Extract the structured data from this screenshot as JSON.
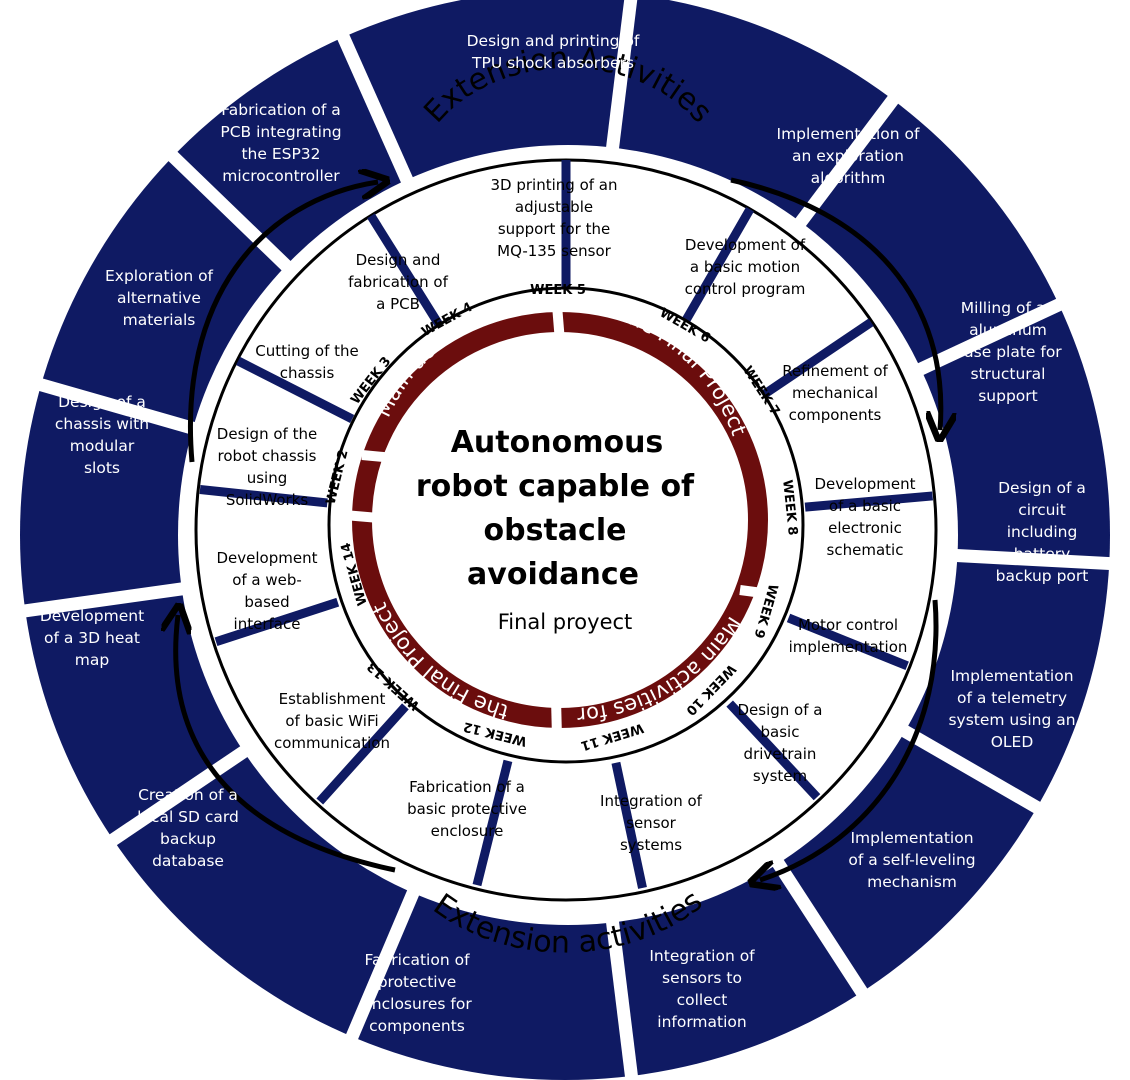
{
  "title": [
    "Autonomous",
    "robot capable of",
    "obstacle",
    "avoidance"
  ],
  "subtitle": "Final proyect",
  "band_top": "Extension Activities",
  "band_bottom": "Extension activities",
  "maroon_label_a": "Main activities for",
  "maroon_label_b": "the Final Project",
  "colors": {
    "navy": "#0f1a63",
    "maroon": "#6b0d0d",
    "black": "#000000",
    "white": "#ffffff"
  },
  "weeks": [
    {
      "label": "WEEK 2",
      "activity": [
        "Design of the",
        "robot chassis",
        "using",
        "SolidWorks"
      ]
    },
    {
      "label": "WEEK 3",
      "activity": [
        "Cutting of the",
        "chassis"
      ]
    },
    {
      "label": "WEEK 4",
      "activity": [
        "Design and",
        "fabrication of",
        "a PCB"
      ]
    },
    {
      "label": "WEEK 5",
      "activity": [
        "3D printing of an",
        "adjustable",
        "support for the",
        "MQ-135 sensor"
      ]
    },
    {
      "label": "WEEK 6",
      "activity": [
        "Development of",
        "a basic motion",
        "control program"
      ]
    },
    {
      "label": "WEEK 7",
      "activity": [
        "Refinement of",
        "mechanical",
        "components"
      ]
    },
    {
      "label": "WEEK 8",
      "activity": [
        "Development",
        "of a basic",
        "electronic",
        "schematic"
      ]
    },
    {
      "label": "WEEK 9",
      "activity": [
        "Motor control",
        "implementation"
      ]
    },
    {
      "label": "WEEK 10",
      "activity": [
        "Design of a",
        "basic",
        "drivetrain",
        "system"
      ]
    },
    {
      "label": "WEEK 11",
      "activity": [
        "Integration of",
        "sensor",
        "systems"
      ]
    },
    {
      "label": "WEEK 12",
      "activity": [
        "Fabrication of a",
        "basic protective",
        "enclosure"
      ]
    },
    {
      "label": "WEEK 13",
      "activity": [
        "Establishment",
        "of basic WiFi",
        "communication"
      ]
    },
    {
      "label": "WEEK 14",
      "activity": [
        "Development",
        "of a web-",
        "based",
        "interface"
      ]
    }
  ],
  "extensions": [
    [
      "Design and printing of",
      "TPU shock absorbers"
    ],
    [
      "Implementation of",
      "an exploration",
      "algorithm"
    ],
    [
      "Milling of an",
      "aluminum",
      "base plate for",
      "structural",
      "support"
    ],
    [
      "Design of a",
      "circuit",
      "including",
      "battery",
      "backup port"
    ],
    [
      "Implementation",
      "of a telemetry",
      "system using an",
      "OLED"
    ],
    [
      "Implementation",
      "of a self-leveling",
      "mechanism"
    ],
    [
      "Integration of",
      "sensors to",
      "collect",
      "information"
    ],
    [
      "Fabrication of",
      "protective",
      "enclosures for",
      "components"
    ],
    [
      "Creation of a",
      "local SD card",
      "backup",
      "database"
    ],
    [
      "Development",
      "of a 3D heat",
      "map"
    ],
    [
      "Design of a",
      "chassis with",
      "modular",
      "slots"
    ],
    [
      "Exploration of",
      "alternative",
      "materials"
    ],
    [
      "Fabrication of a",
      "PCB integrating",
      "the ESP32",
      "microcontroller"
    ]
  ]
}
